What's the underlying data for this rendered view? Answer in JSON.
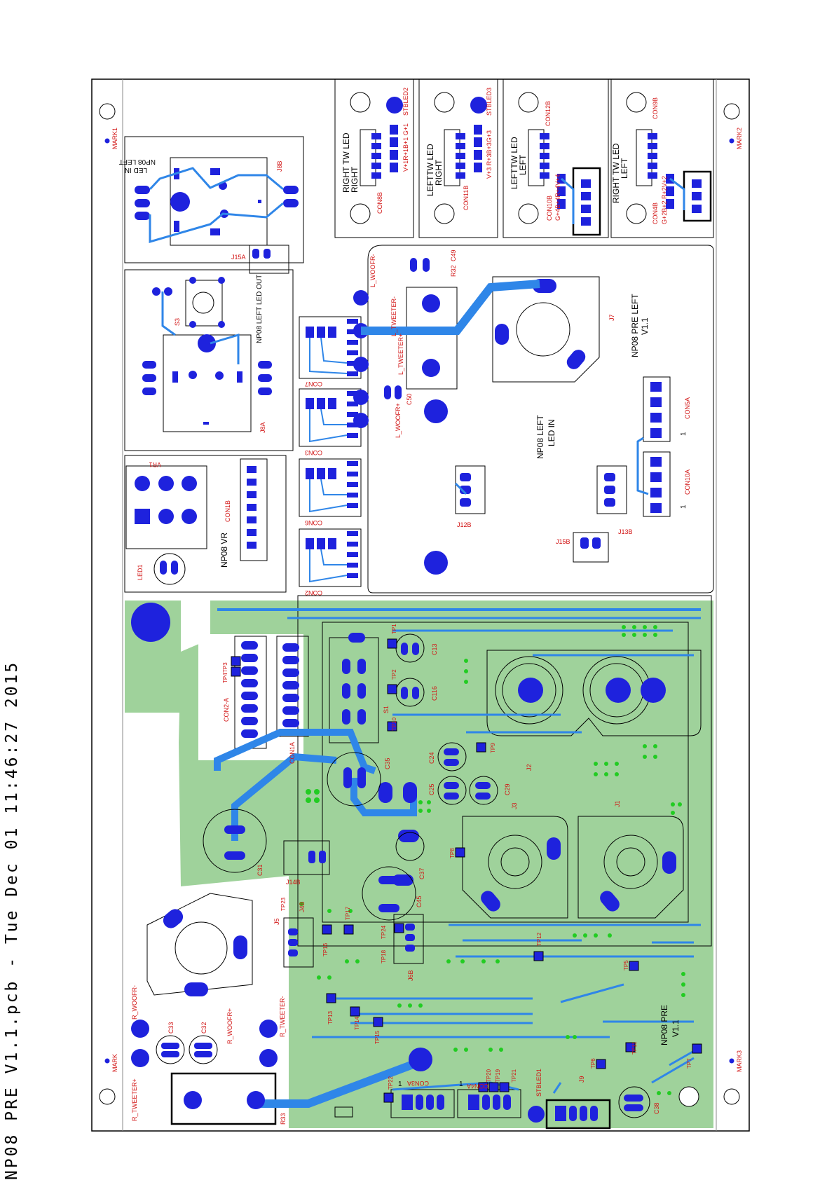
{
  "header": {
    "file_title": "NP08 PRE V1.1.pcb - Tue Dec 01 11:46:27 2015"
  },
  "colors": {
    "copper": "#1e22dd",
    "trace": "#2f86e8",
    "pour": "#9fd29b",
    "pad_green": "#22cc22",
    "outline": "#000000",
    "silk_red": "#d21414"
  },
  "fiducials": {
    "mark": "MARK",
    "mark1": "MARK1",
    "mark2": "MARK2",
    "mark3": "MARK3"
  },
  "modules": {
    "mod1": {
      "title": "RIGHT TW LED",
      "sub": "RIGHT",
      "con": "CON8B",
      "pins": "V+1R+1B+1 G+1",
      "stb": "STBLED2"
    },
    "mod2": {
      "title": "LEFTTW LED",
      "sub": "RIGHT",
      "con": "CON11B",
      "pins": "V+3 R+3B+3G+3",
      "stb": "STBLED3"
    },
    "mod3": {
      "title": "LEFTTW LED",
      "sub": "LEFT",
      "con": "CON10B",
      "pins": "G+4B+4R+4V+4",
      "con2": "CON12B"
    },
    "mod4": {
      "title": "RIGHT TW LED",
      "sub": "LEFT",
      "con": "CON4B",
      "pins": "G+2B+2 R+2V+2",
      "con2": "CON9B"
    }
  },
  "left_led": {
    "title": "NP08 LEFT",
    "sub": "LED IN",
    "j": "J8B",
    "j15": "J15A"
  },
  "led_out": {
    "title": "NP08 LEFT LED OUT",
    "sw": "S3",
    "j": "J8A"
  },
  "vr": {
    "title": "NP08 VR",
    "vr": "VR1",
    "con": "CON1B",
    "led": "LED1"
  },
  "pre_left": {
    "title": "NP08 PRE LEFT",
    "ver": "V1.1",
    "led_title": "NP08 LEFT",
    "led_sub": "LED IN",
    "woofer_minus": "L_WOOFR-",
    "tweeter_minus": "L_TWEETER-",
    "tweeter_plus": "L_TWEETER+",
    "woofer_plus": "L_WOOFR+",
    "r32": "R32",
    "c49": "C49",
    "c50": "C50",
    "j7": "J7",
    "con5a": "CON5A",
    "con10a": "CON10A",
    "one": "1",
    "j12b": "J12B",
    "j13b": "J13B",
    "j15b": "J15B"
  },
  "con_labels": [
    "CON7",
    "CON3",
    "CON6",
    "CON2"
  ],
  "pre": {
    "title": "NP08 PRE",
    "ver": "V1.1",
    "tp_labels": [
      "TP1",
      "TP2",
      "TP3",
      "TP4",
      "TP5",
      "TP6",
      "TP7",
      "TP8",
      "TP9",
      "TP10",
      "TP11",
      "TP12",
      "TP13",
      "TP14",
      "TP15",
      "TP16",
      "TP17",
      "TP18",
      "TP19",
      "TP20",
      "TP21",
      "TP22",
      "TP23",
      "TP24"
    ],
    "c13": "C13",
    "c116": "C116",
    "s1": "S1",
    "con2a": "CON2-A",
    "con1a": "CON1A",
    "c24": "C24",
    "c25": "C25",
    "c29": "C29",
    "c35": "C35",
    "c31": "C31",
    "c37": "C37",
    "c45": "C45",
    "c38": "C38",
    "c33": "C33",
    "c32": "C32",
    "j1": "J1",
    "j2": "J2",
    "j3": "J3",
    "j5": "J5",
    "j4b": "J4B",
    "j14b": "J14B",
    "j6b": "J6B",
    "j9": "J9",
    "r_woofr_minus": "R_WOOFR-",
    "r_woofr_plus": "R_WOOFR+",
    "r_tweeter_minus": "R_TWEETER-",
    "r_tweeter_plus": "R_TWEETER+",
    "r33": "R33",
    "con3a": "CON3A",
    "con4a": "CON4A",
    "stbled1": "STBLED1",
    "one": "1"
  }
}
